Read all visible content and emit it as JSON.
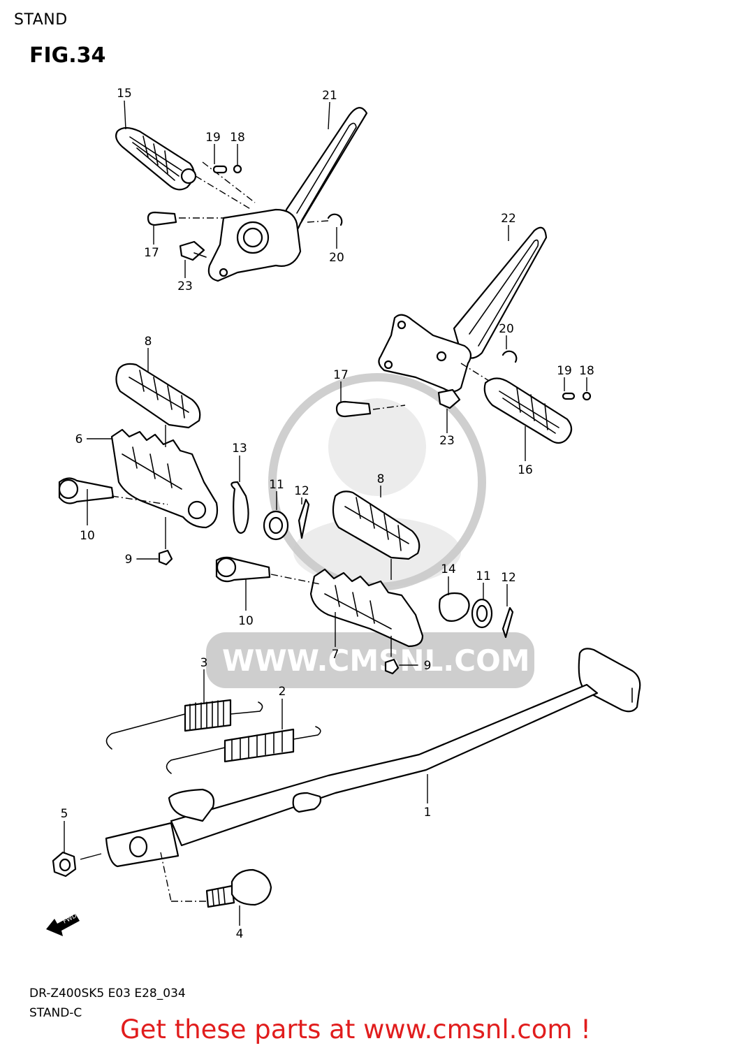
{
  "header": {
    "section": "STAND",
    "figure": "FIG.34"
  },
  "watermark": {
    "url": "WWW.CMSNL.COM"
  },
  "parts": [
    {
      "id": "p15",
      "number": "15"
    },
    {
      "id": "p21",
      "number": "21"
    },
    {
      "id": "p19a",
      "number": "19"
    },
    {
      "id": "p18a",
      "number": "18"
    },
    {
      "id": "p17a",
      "number": "17"
    },
    {
      "id": "p20a",
      "number": "20"
    },
    {
      "id": "p23a",
      "number": "23"
    },
    {
      "id": "p22",
      "number": "22"
    },
    {
      "id": "p20b",
      "number": "20"
    },
    {
      "id": "p19b",
      "number": "19"
    },
    {
      "id": "p18b",
      "number": "18"
    },
    {
      "id": "p17b",
      "number": "17"
    },
    {
      "id": "p23b",
      "number": "23"
    },
    {
      "id": "p16",
      "number": "16"
    },
    {
      "id": "p8a",
      "number": "8"
    },
    {
      "id": "p6",
      "number": "6"
    },
    {
      "id": "p13",
      "number": "13"
    },
    {
      "id": "p11a",
      "number": "11"
    },
    {
      "id": "p12a",
      "number": "12"
    },
    {
      "id": "p10a",
      "number": "10"
    },
    {
      "id": "p9a",
      "number": "9"
    },
    {
      "id": "p8b",
      "number": "8"
    },
    {
      "id": "p14",
      "number": "14"
    },
    {
      "id": "p11b",
      "number": "11"
    },
    {
      "id": "p12b",
      "number": "12"
    },
    {
      "id": "p10b",
      "number": "10"
    },
    {
      "id": "p7",
      "number": "7"
    },
    {
      "id": "p9b",
      "number": "9"
    },
    {
      "id": "p3",
      "number": "3"
    },
    {
      "id": "p2",
      "number": "2"
    },
    {
      "id": "p1",
      "number": "1"
    },
    {
      "id": "p5",
      "number": "5"
    },
    {
      "id": "p4",
      "number": "4"
    }
  ],
  "fwd_label": "FWD",
  "footer": {
    "model_code": "DR-Z400SK5 E03 E28_034",
    "variant": "STAND-C",
    "cta": "Get these parts at www.cmsnl.com !"
  },
  "colors": {
    "cta": "#e11d1d",
    "watermark": "#c9c9c9"
  }
}
